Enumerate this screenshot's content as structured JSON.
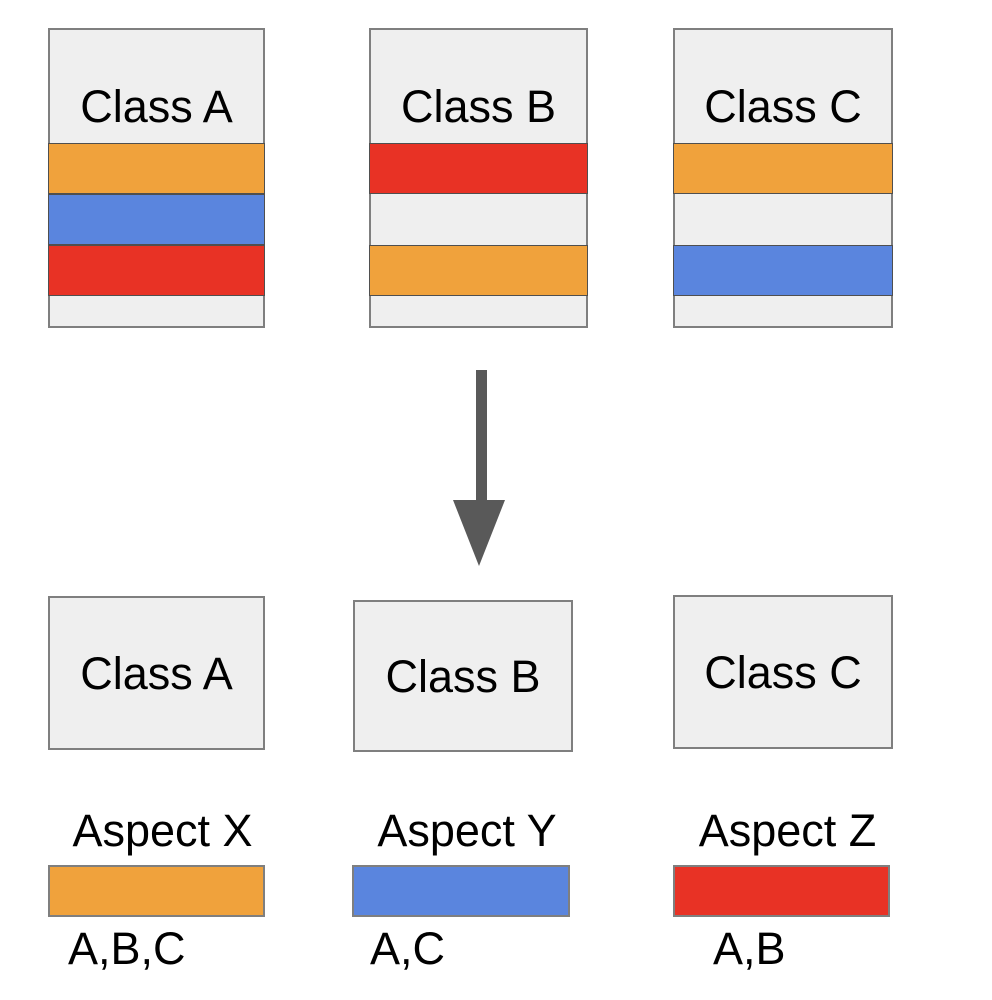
{
  "colors": {
    "orange": "#F0A23C",
    "blue": "#5A85DE",
    "red": "#E83225",
    "box_fill": "#EFEFEF",
    "box_border": "#7F7F7F",
    "stripe_border": "#4F4F4F",
    "arrow": "#595959",
    "text": "#000000"
  },
  "top_classes": [
    {
      "label": "Class A",
      "stripes": [
        "orange",
        "blue",
        "red"
      ]
    },
    {
      "label": "Class B",
      "stripes": [
        "red",
        null,
        "orange"
      ]
    },
    {
      "label": "Class C",
      "stripes": [
        "orange",
        null,
        "blue"
      ]
    }
  ],
  "arrow": {
    "direction": "down"
  },
  "bottom_classes": [
    {
      "label": "Class A"
    },
    {
      "label": "Class B"
    },
    {
      "label": "Class C"
    }
  ],
  "aspects": [
    {
      "label": "Aspect X",
      "color": "orange",
      "members": "A,B,C"
    },
    {
      "label": "Aspect Y",
      "color": "blue",
      "members": "A,C"
    },
    {
      "label": "Aspect Z",
      "color": "red",
      "members": "A,B"
    }
  ]
}
